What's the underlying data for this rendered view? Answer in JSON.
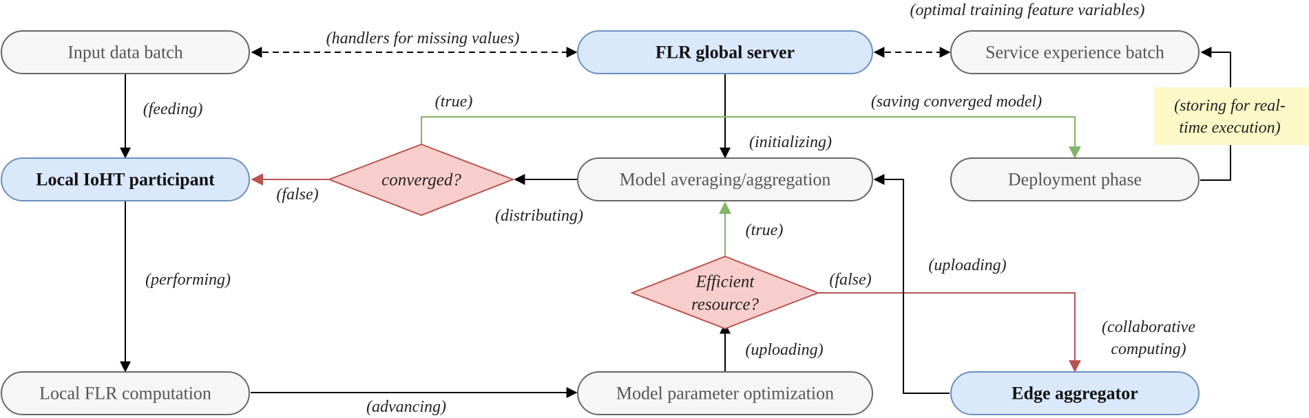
{
  "nodes": {
    "input_batch": "Input data batch",
    "global_server": "FLR global server",
    "service_batch": "Service experience batch",
    "local_participant": "Local IoHT participant",
    "model_averaging": "Model averaging/aggregation",
    "deployment": "Deployment phase",
    "local_computation": "Local FLR computation",
    "param_optimization": "Model parameter optimization",
    "edge_aggregator": "Edge aggregator"
  },
  "decisions": {
    "converged": "converged?",
    "efficient_line1": "Efficient",
    "efficient_line2": "resource?"
  },
  "labels": {
    "handlers": "(handlers for missing values)",
    "optimal": "(optimal training feature variables)",
    "feeding": "(feeding)",
    "true_top": "(true)",
    "saving": "(saving converged model)",
    "storing_line1": "(storing for real-",
    "storing_line2": "time execution)",
    "initializing": "(initializing)",
    "false_left": "(false)",
    "distributing": "(distributing)",
    "true_mid": "(true)",
    "uploading_right": "(uploading)",
    "performing": "(performing)",
    "false_right": "(false)",
    "collab_line1": "(collaborative",
    "collab_line2": "computing)",
    "uploading_bottom": "(uploading)",
    "advancing": "(advancing)"
  },
  "colors": {
    "blue_fill": "#dae8fc",
    "blue_stroke": "#6c8ebf",
    "gray_fill": "#f5f6f5",
    "gray_stroke": "#666666",
    "red_fill": "#f8cecc",
    "red_stroke": "#b85450",
    "green_line": "#82b366",
    "note_fill": "#fcf8c8"
  }
}
